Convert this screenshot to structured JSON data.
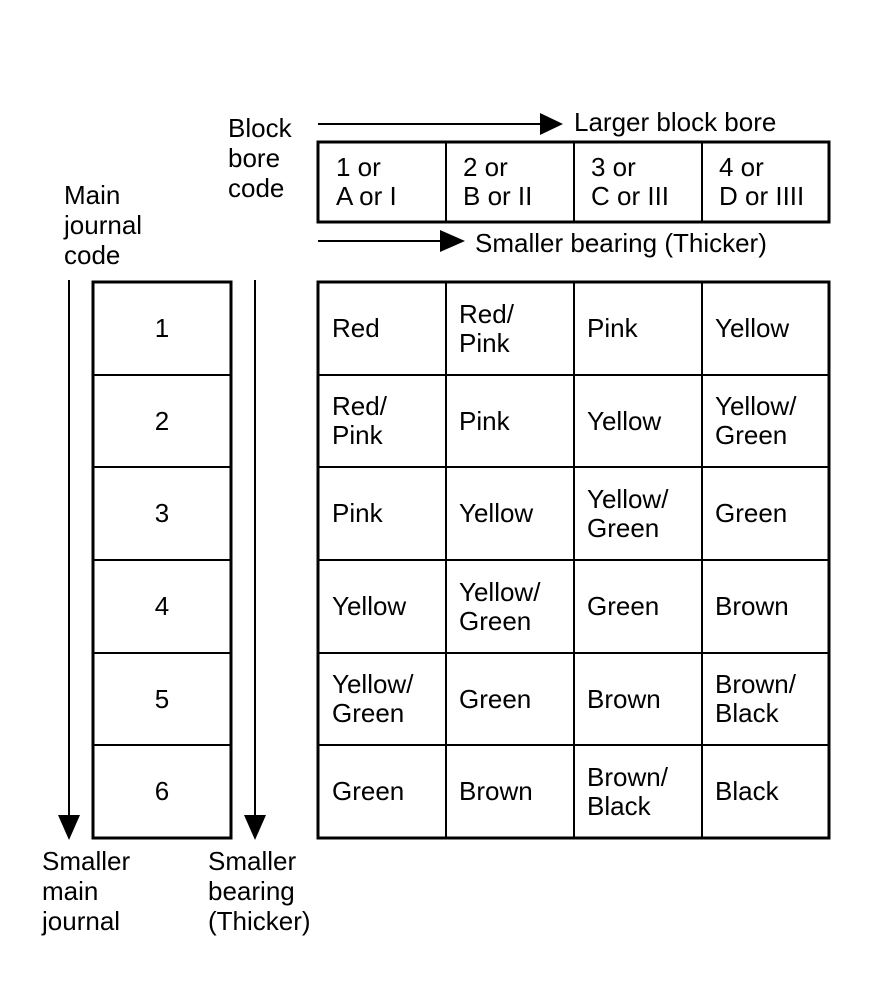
{
  "labels": {
    "block_bore_code": "Block\nbore\ncode",
    "main_journal_code": "Main\njournal\ncode",
    "larger_block_bore": "Larger block bore",
    "smaller_bearing_top": "Smaller bearing (Thicker)",
    "smaller_main_journal": "Smaller\nmain\njournal",
    "smaller_bearing_bottom": "Smaller\nbearing\n(Thicker)"
  },
  "bore_codes": [
    "1 or\nA or I",
    "2 or\nB or II",
    "3 or\nC or III",
    "4 or\nD or IIII"
  ],
  "journal_codes": [
    "1",
    "2",
    "3",
    "4",
    "5",
    "6"
  ],
  "bearing_colors": [
    [
      "Red",
      "Red/\nPink",
      "Pink",
      "Yellow"
    ],
    [
      "Red/\nPink",
      "Pink",
      "Yellow",
      "Yellow/\nGreen"
    ],
    [
      "Pink",
      "Yellow",
      "Yellow/\nGreen",
      "Green"
    ],
    [
      "Yellow",
      "Yellow/\nGreen",
      "Green",
      "Brown"
    ],
    [
      "Yellow/\nGreen",
      "Green",
      "Brown",
      "Brown/\nBlack"
    ],
    [
      "Green",
      "Brown",
      "Brown/\nBlack",
      "Black"
    ]
  ]
}
